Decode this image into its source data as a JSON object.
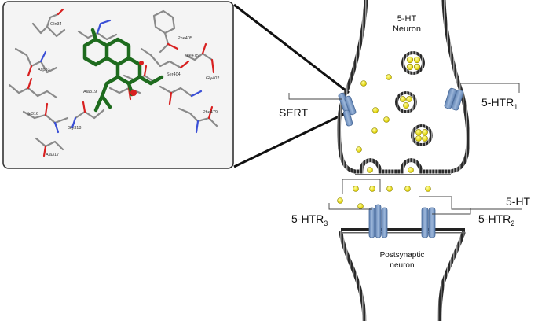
{
  "inset": {
    "residue_labels": [
      "Gln34",
      "Phe405",
      "Ile475",
      "Asp33",
      "Gly402",
      "Ala319",
      "Ile316",
      "Gly318",
      "Ala317",
      "Phe479",
      "Ser404"
    ]
  },
  "synapse": {
    "neuron_label_line1": "5-HT",
    "neuron_label_line2": "Neuron",
    "sert": "SERT",
    "htr1": {
      "base": "5-HTR",
      "sub": "1"
    },
    "ht": "5-HT",
    "htr3": {
      "base": "5-HTR",
      "sub": "3"
    },
    "htr2": {
      "base": "5-HTR",
      "sub": "2"
    },
    "post_line1": "Postsynaptic",
    "post_line2": "neuron"
  },
  "colors": {
    "ligand": "#1e6b1e",
    "carbon": "#8a8a8a",
    "oxygen": "#d82020",
    "nitrogen": "#3a4fd6",
    "receptor": "#7f9fc8",
    "serotonin": "#f2e200",
    "membrane": "#333333"
  }
}
